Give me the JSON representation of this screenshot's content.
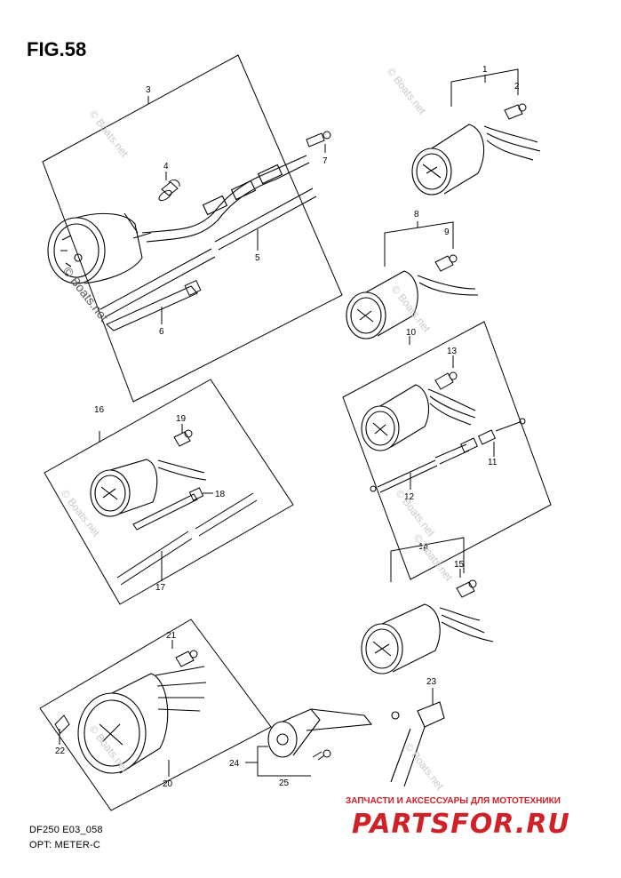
{
  "title": "FIG.58",
  "footer": {
    "code": "DF250 E03_058",
    "name": "OPT: METER-C"
  },
  "watermark": "© Boats.net",
  "promo": {
    "text": "ЗАПЧАСТИ И АКСЕССУАРЫ ДЛЯ МОТОТЕХНИКИ",
    "logo": "PARTSFOR.RU",
    "color": "#d02028"
  },
  "parts": [
    "1",
    "2",
    "3",
    "4",
    "5",
    "6",
    "7",
    "8",
    "9",
    "10",
    "11",
    "12",
    "13",
    "14",
    "15",
    "16",
    "17",
    "18",
    "19",
    "20",
    "21",
    "22",
    "23",
    "24",
    "25"
  ]
}
